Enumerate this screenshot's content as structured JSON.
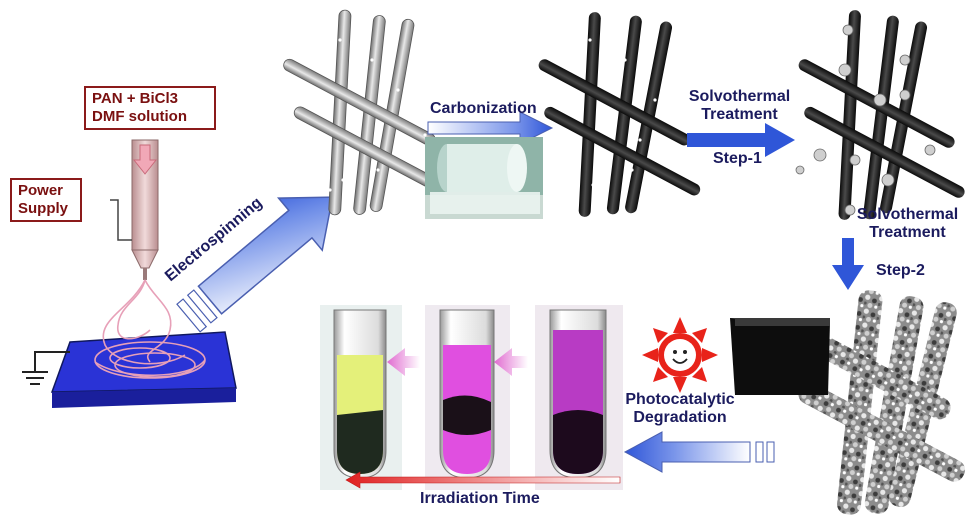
{
  "labels": {
    "solution_line1": "PAN + BiCl3",
    "solution_line2": "DMF solution",
    "power_line1": "Power",
    "power_line2": "Supply",
    "electrospinning": "Electrospinning",
    "carbonization": "Carbonization",
    "solvo1_line1": "Solvothermal",
    "solvo1_line2": "Treatment",
    "solvo1_step": "Step-1",
    "solvo2_line1": "Solvothermal",
    "solvo2_line2": "Treatment",
    "solvo2_step": "Step-2",
    "photo_line1": "Photocatalytic",
    "photo_line2": "Degradation",
    "irradiation": "Irradiation Time"
  },
  "colors": {
    "arrow_blue": "#2f56d8",
    "box_red": "#8b1a1a",
    "label_navy": "#1b1b5e",
    "substrate_blue": "#2a33d6",
    "fiber_gray": "#a8a8a8",
    "fiber_black": "#1f1f1f",
    "tube_yellow": "#e4f07a",
    "tube_magenta": "#e04fe0",
    "tube_purple": "#b83bc4"
  },
  "icons": [
    "ground-icon",
    "sun-icon",
    "nozzle-icon"
  ]
}
